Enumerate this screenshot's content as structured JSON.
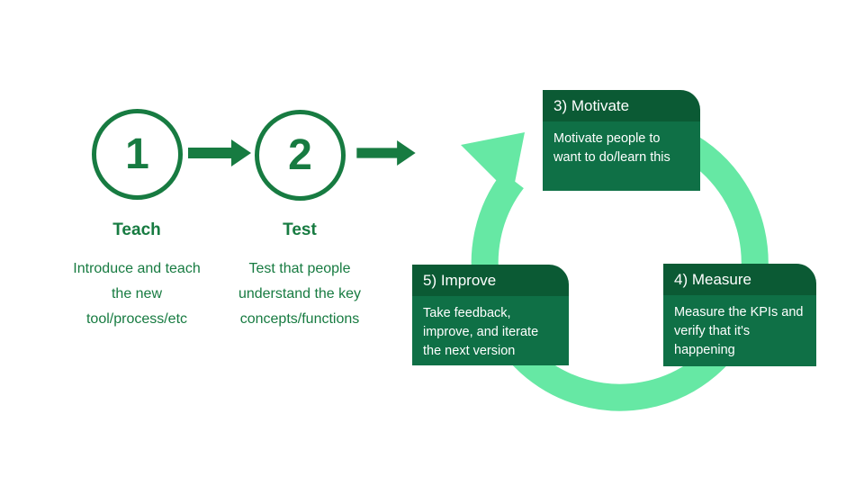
{
  "colors": {
    "dark_green": "#177B41",
    "card_header_green": "#0B5A34",
    "card_body_green": "#0F7046",
    "cycle_green": "#66E8A4",
    "background": "#FFFFFF"
  },
  "linear_steps": [
    {
      "number": "1",
      "title": "Teach",
      "description": "Introduce and teach\nthe new\ntool/process/etc"
    },
    {
      "number": "2",
      "title": "Test",
      "description": "Test that people\nunderstand the key\nconcepts/functions"
    }
  ],
  "cycle_steps": [
    {
      "header": "3) Motivate",
      "body": "Motivate people to\nwant to do/learn this"
    },
    {
      "header": "4) Measure",
      "body": "Measure the KPIs and\nverify that it's\nhappening"
    },
    {
      "header": "5) Improve",
      "body": "Take feedback,\nimprove, and iterate\nthe next version"
    }
  ]
}
